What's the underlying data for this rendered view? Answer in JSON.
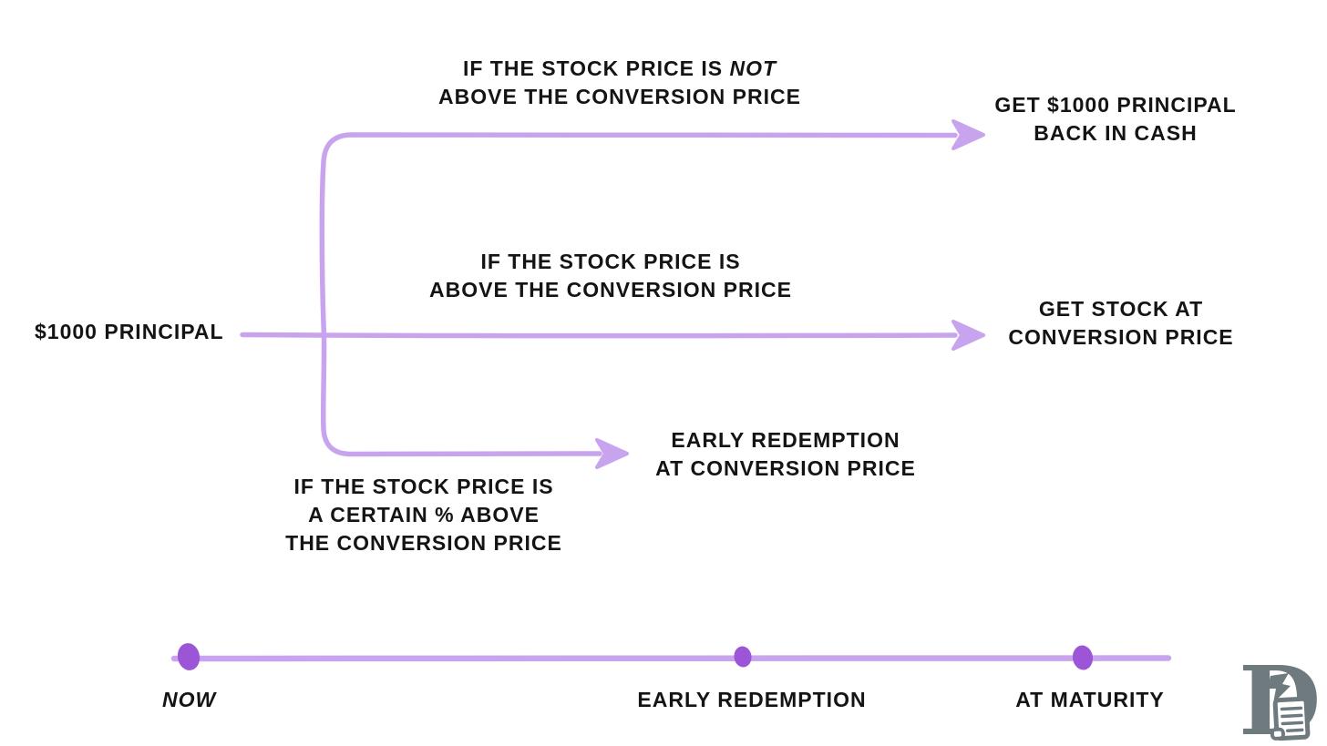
{
  "diagram": {
    "subject": "convertible-bond-outcomes-flow",
    "root_label": "$1000 PRINCIPAL",
    "branches": {
      "no_conversion": {
        "condition": {
          "l1_prefix": "IF THE STOCK PRICE IS ",
          "l1_emphasis": "NOT",
          "l2": "ABOVE THE CONVERSION PRICE"
        },
        "outcome": {
          "l1": "GET $1000 PRINCIPAL",
          "l2": "BACK IN CASH"
        }
      },
      "conversion": {
        "condition": {
          "l1": "IF THE STOCK PRICE IS",
          "l2": "ABOVE THE CONVERSION PRICE"
        },
        "outcome": {
          "l1": "GET STOCK AT",
          "l2": "CONVERSION PRICE"
        }
      },
      "early_redemption": {
        "condition": {
          "l1": "IF THE STOCK PRICE IS",
          "l2": "A CERTAIN % ABOVE",
          "l3": "THE CONVERSION PRICE"
        },
        "outcome": {
          "l1": "EARLY REDEMPTION",
          "l2": "AT CONVERSION PRICE"
        }
      }
    },
    "timeline": {
      "points": [
        {
          "label": "NOW"
        },
        {
          "label": "EARLY REDEMPTION"
        },
        {
          "label": "AT MATURITY"
        }
      ]
    }
  },
  "icons": {
    "logo": "publisher-letter-d-with-scroll-icon"
  },
  "colors": {
    "line": "#c8a4ee",
    "dot": "#9c55d6",
    "text": "#141414",
    "logo_gray": "#6f7a7f",
    "background": "#ffffff"
  }
}
